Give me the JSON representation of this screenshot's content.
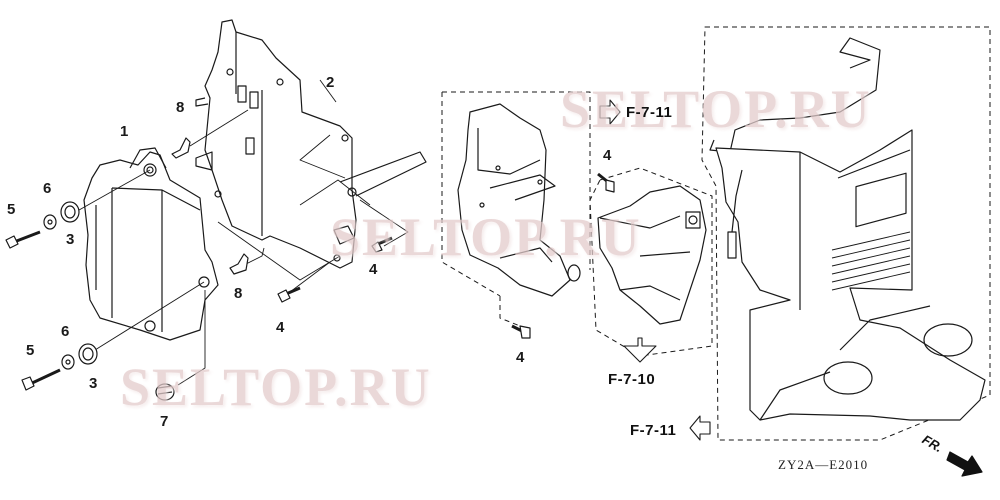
{
  "diagram": {
    "type": "exploded-parts-diagram",
    "diagram_code": "ZY2A—E2010",
    "front_indicator": "FR.",
    "callouts": [
      {
        "id": "c1",
        "label": "1",
        "part": "control unit"
      },
      {
        "id": "c2",
        "label": "2",
        "part": "mounting bracket"
      },
      {
        "id": "c3a",
        "label": "3",
        "part": "rubber grommet (upper)"
      },
      {
        "id": "c3b",
        "label": "3",
        "part": "rubber grommet (lower)"
      },
      {
        "id": "c4a",
        "label": "4",
        "part": "bolt"
      },
      {
        "id": "c4b",
        "label": "4",
        "part": "bolt"
      },
      {
        "id": "c4c",
        "label": "4",
        "part": "bolt"
      },
      {
        "id": "c4d",
        "label": "4",
        "part": "bolt"
      },
      {
        "id": "c5a",
        "label": "5",
        "part": "flange bolt (upper)"
      },
      {
        "id": "c5b",
        "label": "5",
        "part": "flange bolt (lower)"
      },
      {
        "id": "c6a",
        "label": "6",
        "part": "washer (upper)"
      },
      {
        "id": "c6b",
        "label": "6",
        "part": "washer (lower)"
      },
      {
        "id": "c7",
        "label": "7",
        "part": "clip"
      },
      {
        "id": "c8a",
        "label": "8",
        "part": "collar (upper)"
      },
      {
        "id": "c8b",
        "label": "8",
        "part": "collar (lower)"
      }
    ],
    "section_refs": [
      {
        "id": "ref-top",
        "label": "F-7-11",
        "arrow": "right"
      },
      {
        "id": "ref-mid",
        "label": "F-7-10",
        "arrow": "down"
      },
      {
        "id": "ref-bottom",
        "label": "F-7-11",
        "arrow": "left"
      }
    ],
    "watermarks": [
      "SELTOP.RU",
      "SELTOP.RU",
      "SELTOP.RU"
    ],
    "colors": {
      "line": "#1a1a1a",
      "watermark": "#e3cccc",
      "background": "#ffffff"
    }
  }
}
